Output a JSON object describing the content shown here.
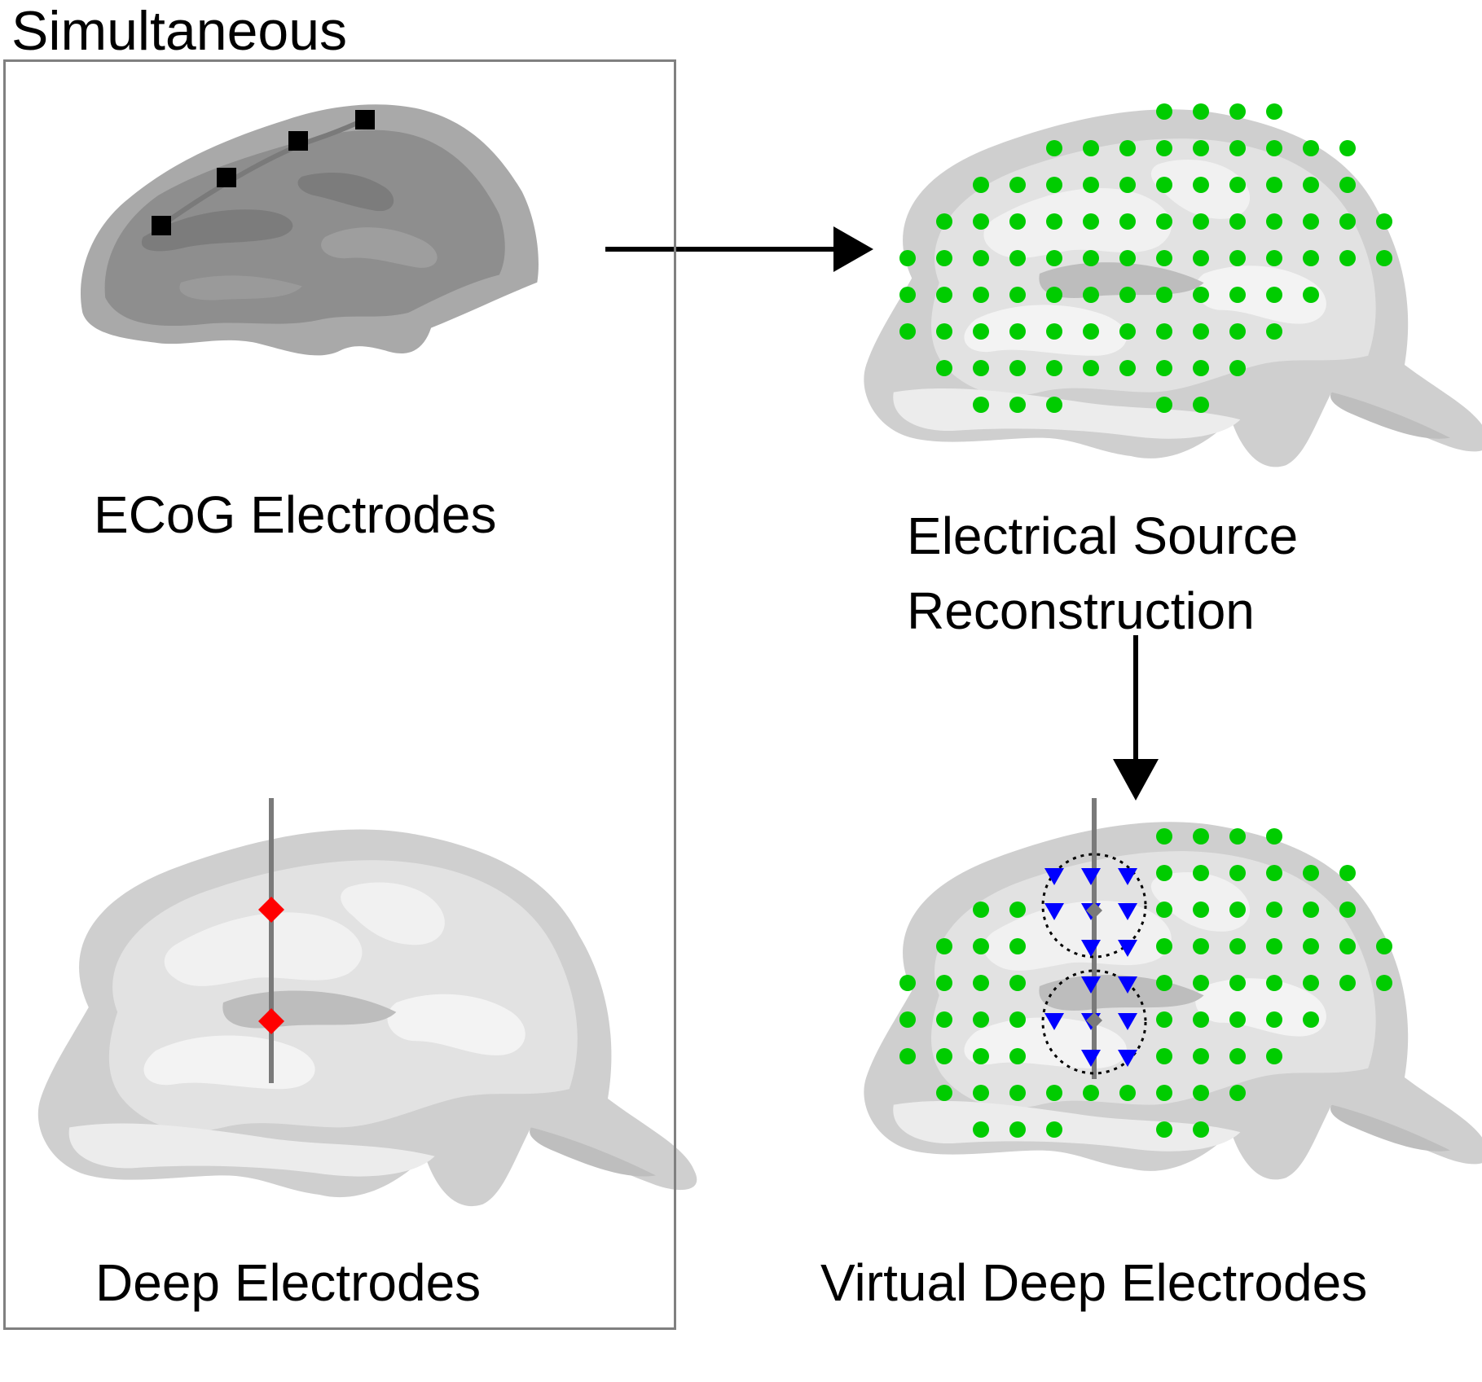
{
  "title": "Simultaneous",
  "labels": {
    "ecog": "ECoG Electrodes",
    "deep": "Deep Electrodes",
    "esr_line1": "Electrical Source",
    "esr_line2": "Reconstruction",
    "virtual": "Virtual Deep Electrodes"
  },
  "colors": {
    "frame": "#808080",
    "brain_dark": "#8e8e8e",
    "brain_light": "#d2d2d2",
    "source_dot": "#00cc00",
    "deep_marker": "#ff0000",
    "ecog_marker": "#000000",
    "virtual_marker": "#0000ff"
  },
  "icons": {
    "ecog_marker": "black-square",
    "deep_marker": "red-diamond",
    "source_marker": "green-dot",
    "virtual_marker": "blue-triangle-down"
  }
}
